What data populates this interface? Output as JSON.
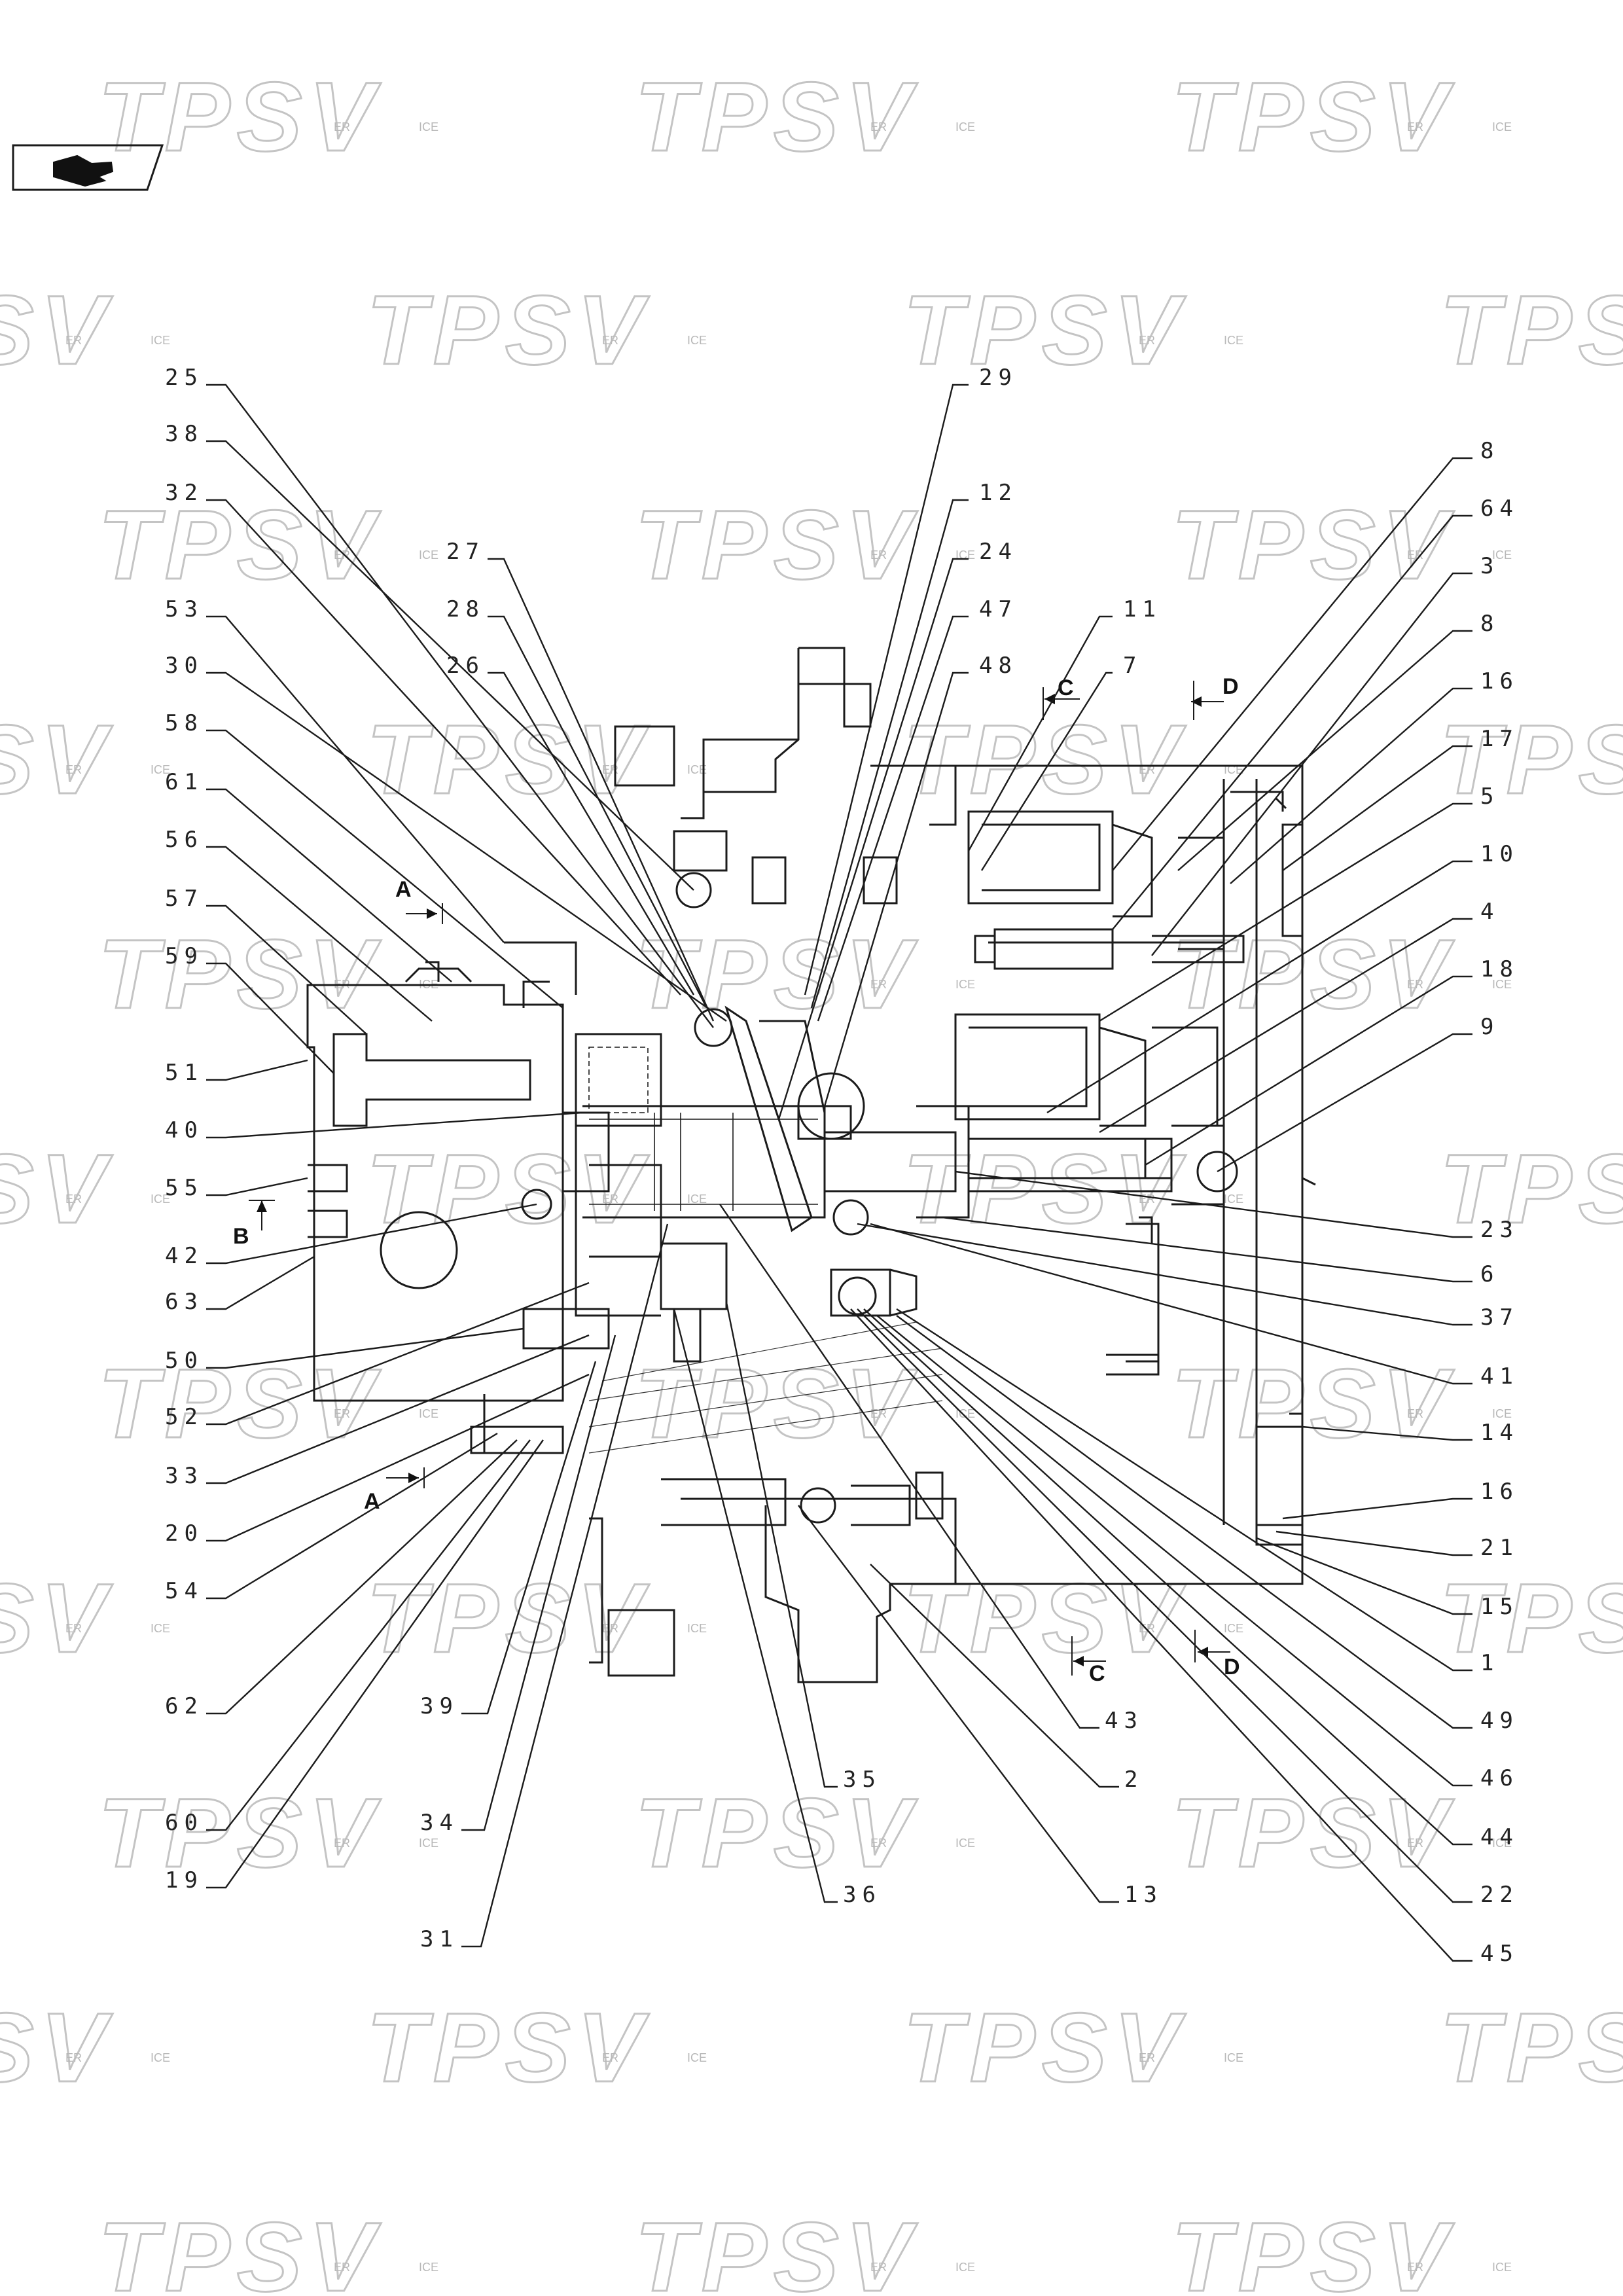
{
  "watermark": {
    "text": "TPSV",
    "small_left": "ER",
    "small_right": "ICE"
  },
  "icon": {
    "name": "hand-pointer-icon"
  },
  "section_marks": {
    "A_top": "A",
    "A_bottom": "A",
    "B": "B",
    "C_top": "C",
    "C_bottom": "C",
    "D_top": "D",
    "D_bottom": "D"
  },
  "callouts_left": [
    "25",
    "38",
    "32",
    "53",
    "30",
    "58",
    "61",
    "56",
    "57",
    "59",
    "51",
    "40",
    "55",
    "42",
    "63",
    "50",
    "52",
    "33",
    "20",
    "54",
    "62",
    "60",
    "19"
  ],
  "callouts_inner_left": [
    "27",
    "28",
    "26",
    "39",
    "34",
    "31"
  ],
  "callouts_center_top": [
    "29",
    "12",
    "24",
    "47",
    "48",
    "11",
    "7"
  ],
  "callouts_center_bottom": [
    "35",
    "36",
    "43",
    "2",
    "13"
  ],
  "callouts_right": [
    "8",
    "64",
    "3",
    "8",
    "16",
    "17",
    "5",
    "10",
    "4",
    "18",
    "9",
    "23",
    "6",
    "37",
    "41",
    "14",
    "16",
    "21",
    "15",
    "1",
    "49",
    "46",
    "44",
    "22",
    "45"
  ]
}
